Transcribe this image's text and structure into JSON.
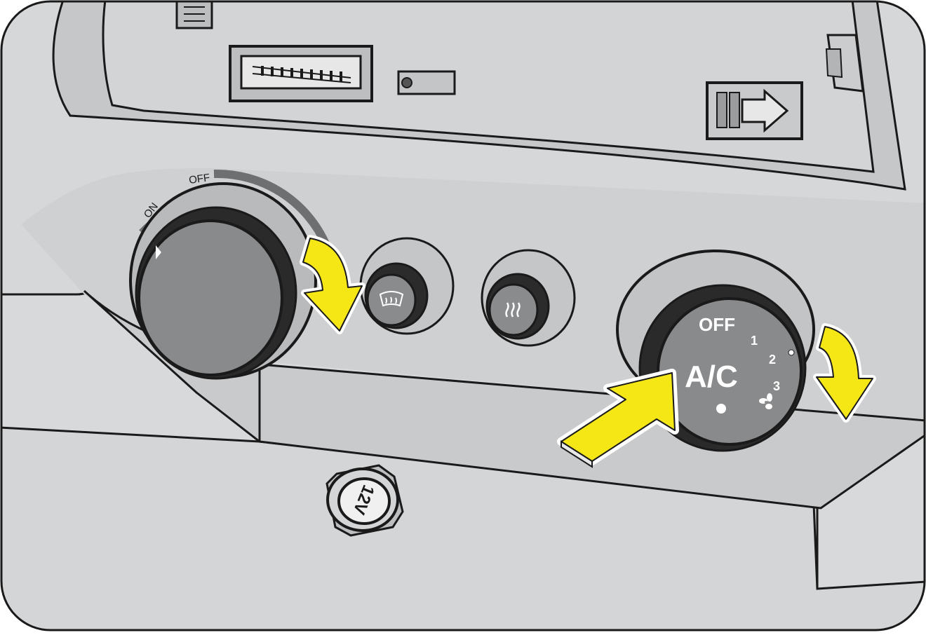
{
  "colors": {
    "panel_light": "#d9dadb",
    "panel_mid": "#c9cacc",
    "panel_dark": "#bcbdbf",
    "knob_face": "#8a8b8d",
    "knob_dark": "#6e6f71",
    "outline": "#1a1a1a",
    "arrow_yellow": "#f5e716",
    "label_white": "#ffffff"
  },
  "labels": {
    "rotary_off": "OFF",
    "rotary_on": "ON",
    "ac_off": "OFF",
    "ac_main": "A/C",
    "speed_1": "1",
    "speed_2": "2",
    "speed_3": "3",
    "socket": "12V"
  },
  "icons": {
    "front_defrost": "windshield-defrost-icon",
    "rear_defrost": "rear-window-defrost-icon",
    "fan": "fan-icon"
  }
}
